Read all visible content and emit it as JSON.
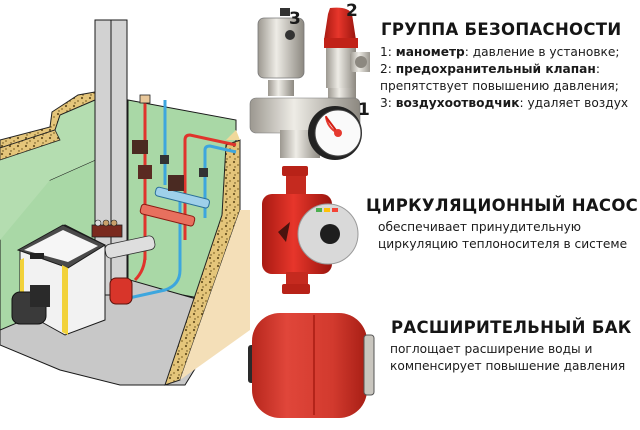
{
  "illustration": {
    "scene": "boiler-room-cutaway",
    "colors": {
      "wall_green": "#a9d8a6",
      "floor_gray": "#c8c8c8",
      "insulation_sand": "#e4c57a",
      "hot_pipe_red": "#e0342c",
      "cold_pipe_blue": "#3da6de",
      "boiler_body": "#f2f2f2",
      "boiler_trim_yellow": "#f2d23a",
      "burner_dark": "#3a3a3a"
    }
  },
  "safety_group": {
    "title": "ГРУППА БЕЗОПАСНОСТИ",
    "labels": [
      "1",
      "2",
      "3"
    ],
    "items": [
      {
        "num": "1:",
        "term": "манометр",
        "rest": ": давление в установке;"
      },
      {
        "num": "2:",
        "term": "предохранительный клапан",
        "rest": ":"
      },
      {
        "num": "",
        "term": "",
        "rest": "препятствует повышению давления;"
      },
      {
        "num": "3:",
        "term": "воздухоотводчик",
        "rest": ": удаляет воздух"
      }
    ]
  },
  "pump": {
    "title": "ЦИРКУЛЯЦИОННЫЙ НАСОС",
    "lines": [
      "обеспечивает принудительную",
      "циркуляцию теплоносителя в системе"
    ]
  },
  "tank": {
    "title": "РАСШИРИТЕЛЬНЫЙ БАК",
    "lines": [
      "поглощает расширение воды и",
      "компенсирует повышение давления"
    ]
  },
  "colors": {
    "product_red": "#d32f22",
    "chrome": "#c9c6bf",
    "text": "#151515"
  }
}
